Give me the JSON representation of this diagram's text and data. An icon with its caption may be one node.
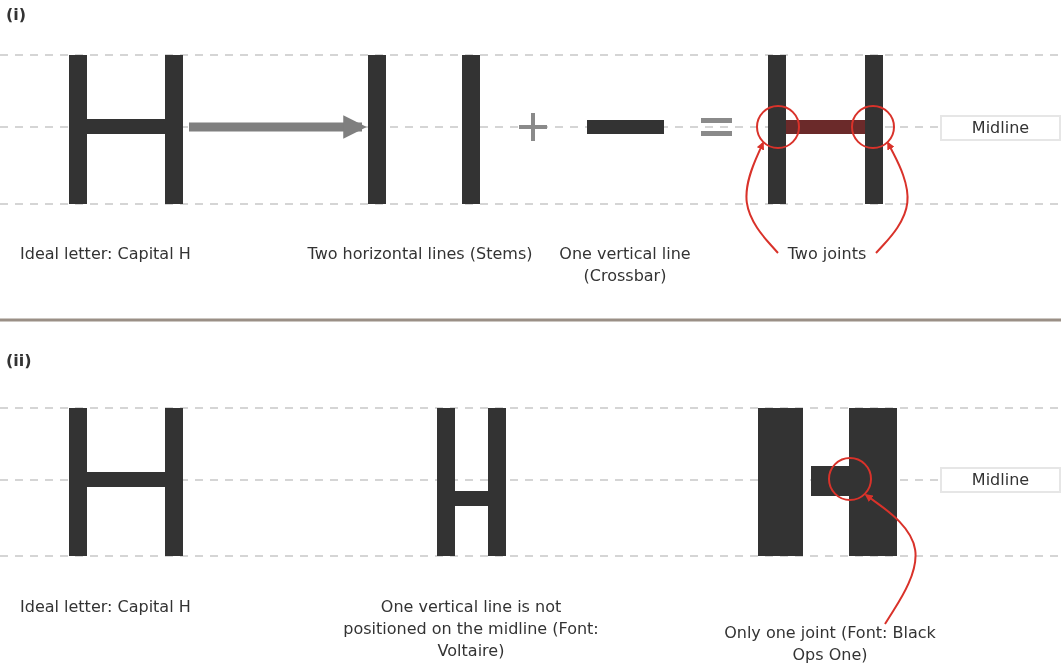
{
  "diagram": {
    "nodes": [
      {
        "text": [],
        "shape": "picture"
      },
      {
        "text": [],
        "shape": "picture"
      },
      {
        "text": [],
        "shape": "circle"
      },
      {
        "text": [],
        "shape": "circle"
      },
      {
        "text": [
          "Two joints"
        ]
      },
      {
        "text": [
          "Midline"
        ]
      },
      {
        "text": [],
        "shape": "circle"
      },
      {
        "text": [
          "Only one joint (Font: Black Ops One)"
        ]
      },
      {
        "text": [
          "Midline"
        ]
      }
    ],
    "edges": [
      {
        "from": 0,
        "to": 1,
        "arrow": "to",
        "style": "thick",
        "color": "#7f7f7f"
      },
      {
        "from": 4,
        "to": 2,
        "arrow": "to"
      },
      {
        "from": 4,
        "to": 3,
        "arrow": "to"
      },
      {
        "from": 7,
        "to": 6,
        "arrow": "to"
      }
    ],
    "labels": [
      "(i)",
      "Ideal letter: Capital H",
      "Two horizontal lines (Stems)",
      "One vertical line (Crossbar)",
      "(ii)",
      "Ideal letter: Capital H",
      "One vertical line is not positioned on the midline (Font: Voltaire)"
    ]
  }
}
